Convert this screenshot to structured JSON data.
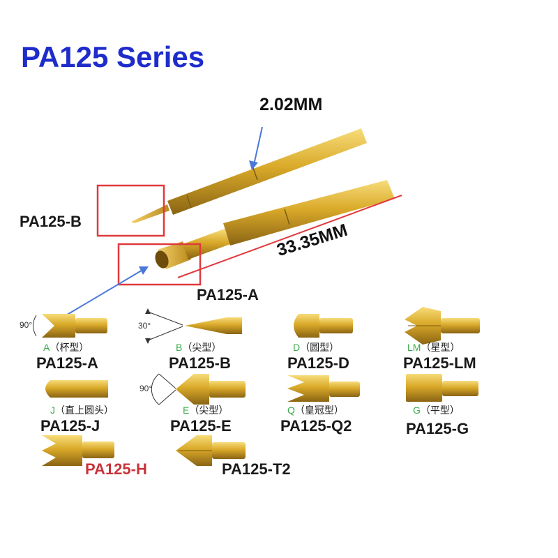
{
  "title": "PA125 Series",
  "dims": {
    "diameter": "2.02MM",
    "length": "33.35MM"
  },
  "callouts": {
    "b": "PA125-B",
    "a": "PA125-A"
  },
  "angles": {
    "a": "90°",
    "b": "30°",
    "e": "90°"
  },
  "colors": {
    "title": "#1f2ccc",
    "brass": "#d4a52a",
    "box": "#e0393c",
    "arrow": "#4a78d8",
    "letter": "#3aa94a",
    "red_name": "#c8323a"
  },
  "tips": [
    {
      "letter": "A",
      "type": "（杯型）",
      "name": "PA125-A",
      "icon": "cup-tip"
    },
    {
      "letter": "B",
      "type": "（尖型）",
      "name": "PA125-B",
      "icon": "sharp-tip"
    },
    {
      "letter": "D",
      "type": "（圆型）",
      "name": "PA125-D",
      "icon": "round-tip"
    },
    {
      "letter": "LM",
      "type": "（星型）",
      "name": "PA125-LM",
      "icon": "star-tip"
    },
    {
      "letter": "J",
      "type": "（直上圆头）",
      "name": "PA125-J",
      "icon": "dome-tip"
    },
    {
      "letter": "E",
      "type": "（尖型）",
      "name": "PA125-E",
      "icon": "cone-tip"
    },
    {
      "letter": "Q",
      "type": "（皇冠型）",
      "name": "PA125-Q2",
      "icon": "crown-tip"
    },
    {
      "letter": "G",
      "type": "（平型）",
      "name": "PA125-G",
      "icon": "flat-tip"
    },
    {
      "letter": "",
      "type": "",
      "name": "PA125-H",
      "icon": "h-crown-tip"
    },
    {
      "letter": "",
      "type": "",
      "name": "PA125-T2",
      "icon": "t2-tip"
    }
  ]
}
